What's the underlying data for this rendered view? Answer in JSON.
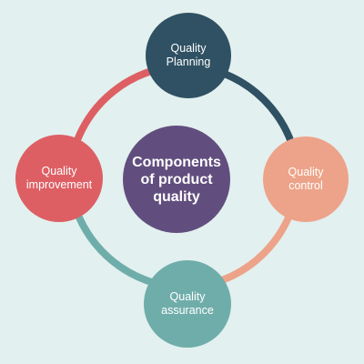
{
  "diagram": {
    "center": {
      "label": "Components\nof product\nquality",
      "color": "#614e7e"
    },
    "nodes": [
      {
        "id": "planning",
        "label": "Quality\nPlanning",
        "color": "#2f5163"
      },
      {
        "id": "control",
        "label": "Quality\ncontrol",
        "color": "#eda389"
      },
      {
        "id": "assurance",
        "label": "Quality\nassurance",
        "color": "#6fadaa"
      },
      {
        "id": "improvement",
        "label": "Quality\nimprovement",
        "color": "#dd5f64"
      }
    ],
    "ring_arcs": [
      {
        "from": "planning",
        "to": "control",
        "color": "#2f5163"
      },
      {
        "from": "control",
        "to": "assurance",
        "color": "#eda389"
      },
      {
        "from": "assurance",
        "to": "improvement",
        "color": "#6fadaa"
      },
      {
        "from": "improvement",
        "to": "planning",
        "color": "#dd5f64"
      }
    ],
    "background_color": "#e2f0ef"
  }
}
